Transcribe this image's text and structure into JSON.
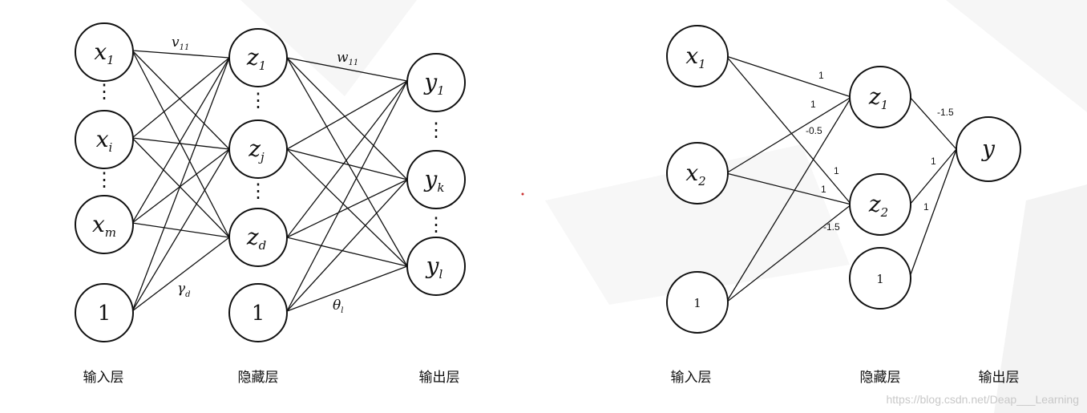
{
  "left_network": {
    "input_nodes": [
      {
        "base": "x",
        "sub": "1"
      },
      {
        "base": "x",
        "sub": "i"
      },
      {
        "base": "x",
        "sub": "m"
      },
      {
        "base": "1",
        "sub": ""
      }
    ],
    "hidden_nodes": [
      {
        "base": "z",
        "sub": "1"
      },
      {
        "base": "z",
        "sub": "j"
      },
      {
        "base": "z",
        "sub": "d"
      },
      {
        "base": "1",
        "sub": ""
      }
    ],
    "output_nodes": [
      {
        "base": "y",
        "sub": "1"
      },
      {
        "base": "y",
        "sub": "k"
      },
      {
        "base": "y",
        "sub": "l"
      }
    ],
    "weight_labels": {
      "v11": {
        "base": "v",
        "sub": "11"
      },
      "w11": {
        "base": "w",
        "sub": "11"
      },
      "gamma": {
        "base": "γ",
        "sub": "d"
      },
      "theta": {
        "base": "θ",
        "sub": "l"
      }
    },
    "layer_labels": {
      "input": "输入层",
      "hidden": "隐藏层",
      "output": "输出层"
    }
  },
  "right_network": {
    "input_nodes": [
      {
        "base": "x",
        "sub": "1"
      },
      {
        "base": "x",
        "sub": "2"
      },
      {
        "base": "1",
        "sub": ""
      }
    ],
    "hidden_nodes": [
      {
        "base": "z",
        "sub": "1"
      },
      {
        "base": "z",
        "sub": "2"
      },
      {
        "base": "1",
        "sub": ""
      }
    ],
    "output_nodes": [
      {
        "base": "y",
        "sub": ""
      }
    ],
    "weights": {
      "x1_z1": "1",
      "x2_z1": "1",
      "b_z1": "-0.5",
      "x1_z2": "1",
      "x2_z2": "1",
      "b_z2": "-1.5",
      "z1_y": "-1.5",
      "z2_y": "1",
      "b_y": "1"
    },
    "layer_labels": {
      "input": "输入层",
      "hidden": "隐藏层",
      "output": "输出层"
    }
  },
  "watermark": "https://blog.csdn.net/Deap___Learning",
  "colors": {
    "ink": "#111111",
    "background": "#ffffff",
    "watermark": "#c8c8c8"
  }
}
